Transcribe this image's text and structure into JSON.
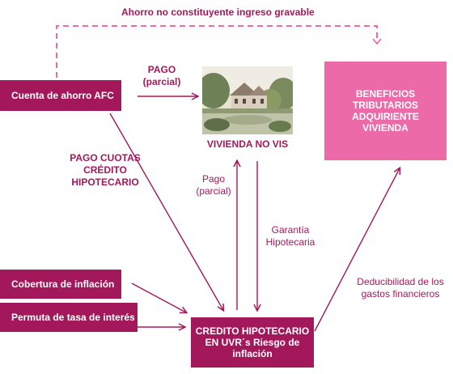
{
  "top_label": "Ahorro no constituyente ingreso gravable",
  "nodes": {
    "afc": "Cuenta de ahorro AFC",
    "vivienda": "VIVIENDA NO VIS",
    "beneficios": [
      "BENEFICIOS",
      "TRIBUTARIOS",
      "ADQUIRIENTE",
      "VIVIENDA"
    ],
    "cobertura": "Cobertura de inflación",
    "permuta": "Permuta de tasa de interés",
    "credito": [
      "CREDITO HIPOTECARIO",
      "EN UVR´s Riesgo de",
      "inflación"
    ]
  },
  "edge_labels": {
    "pago_parcial_top": [
      "PAGO",
      "(parcial)"
    ],
    "pago_cuotas": [
      "PAGO CUOTAS",
      "CRÉDITO",
      "HIPOTECARIO"
    ],
    "pago_parcial_mid": [
      "Pago",
      "(parcial)"
    ],
    "garantia": [
      "Garantía",
      "Hipotecaria"
    ],
    "deducibilidad": [
      "Deducibilidad de los",
      "gastos financieros"
    ]
  },
  "colors": {
    "primary": "#a3185a",
    "accent": "#ec6aa8"
  }
}
